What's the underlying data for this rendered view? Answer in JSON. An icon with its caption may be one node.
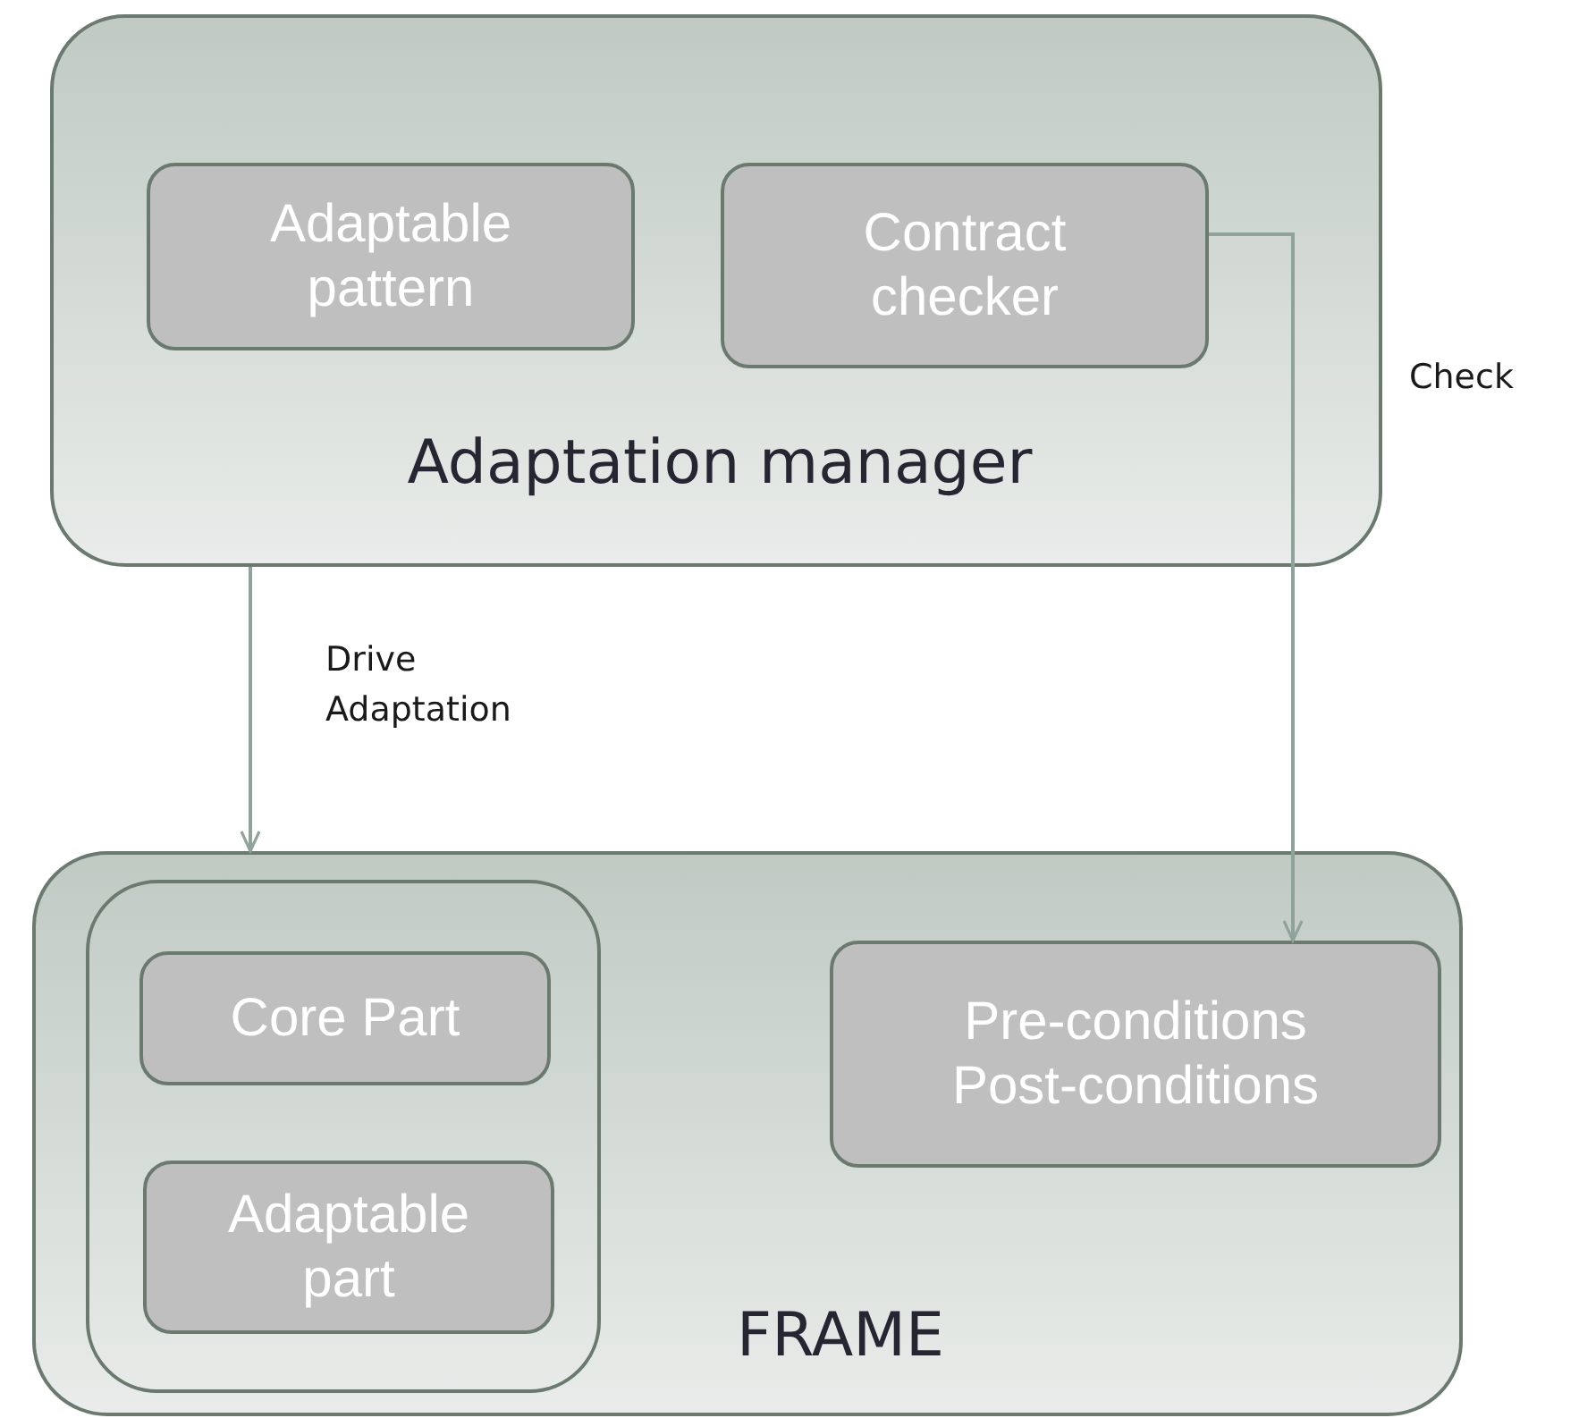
{
  "diagram": {
    "nodes": [
      {
        "text": [
          "Adaptation manager"
        ]
      },
      {
        "text": [
          "Adaptable pattern"
        ],
        "in": 0
      },
      {
        "text": [
          "Contract checker"
        ],
        "in": 0
      },
      {
        "text": [
          "FRAME"
        ]
      },
      {
        "text": [],
        "shape": "box",
        "in": 3
      },
      {
        "text": [
          "Core Part"
        ],
        "in": 4
      },
      {
        "text": [
          "Adaptable part"
        ],
        "in": 4
      },
      {
        "text": [
          "Pre-conditions Post-conditions"
        ],
        "in": 3
      }
    ],
    "edges": [
      {
        "from": 0,
        "to": 3,
        "arrow": "to",
        "label": "Drive Adaptation"
      },
      {
        "from": 2,
        "to": 7,
        "arrow": "to",
        "label": "Check"
      }
    ]
  }
}
